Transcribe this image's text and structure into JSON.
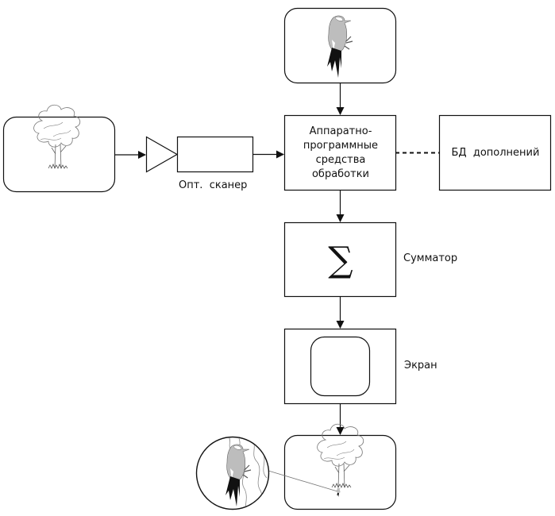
{
  "diagram": {
    "nodes": {
      "bird_source": {
        "label": "",
        "icon": "woodpecker-image"
      },
      "tree_source": {
        "label": "",
        "icon": "tree-image"
      },
      "optical_scanner": {
        "label": "Опт.  сканер",
        "icon": "amplifier-triangle"
      },
      "processing": {
        "label": "Аппаратно-программные средства обработки",
        "lines": [
          "Аппаратно-",
          "программные",
          "средства",
          "обработки"
        ]
      },
      "addons_db": {
        "label": "БД  дополнений"
      },
      "summator": {
        "label": "Сумматор",
        "symbol": "∑"
      },
      "screen": {
        "label": "Экран",
        "icon": "screen-rounded-rect"
      },
      "result": {
        "label": "",
        "icon": "tree-with-bird-image"
      },
      "magnifier": {
        "label": "",
        "icon": "magnified-woodpecker-circle"
      }
    },
    "edges": [
      {
        "from": "bird_source",
        "to": "processing",
        "style": "solid-arrow"
      },
      {
        "from": "tree_source",
        "to": "optical_scanner",
        "style": "solid-arrow"
      },
      {
        "from": "optical_scanner",
        "to": "processing",
        "style": "solid-arrow"
      },
      {
        "from": "processing",
        "to": "addons_db",
        "style": "dashed"
      },
      {
        "from": "processing",
        "to": "summator",
        "style": "solid-arrow"
      },
      {
        "from": "summator",
        "to": "screen",
        "style": "solid-arrow"
      },
      {
        "from": "screen",
        "to": "result",
        "style": "solid-arrow"
      },
      {
        "from": "result",
        "to": "magnifier",
        "style": "thin-callout-line"
      }
    ]
  }
}
